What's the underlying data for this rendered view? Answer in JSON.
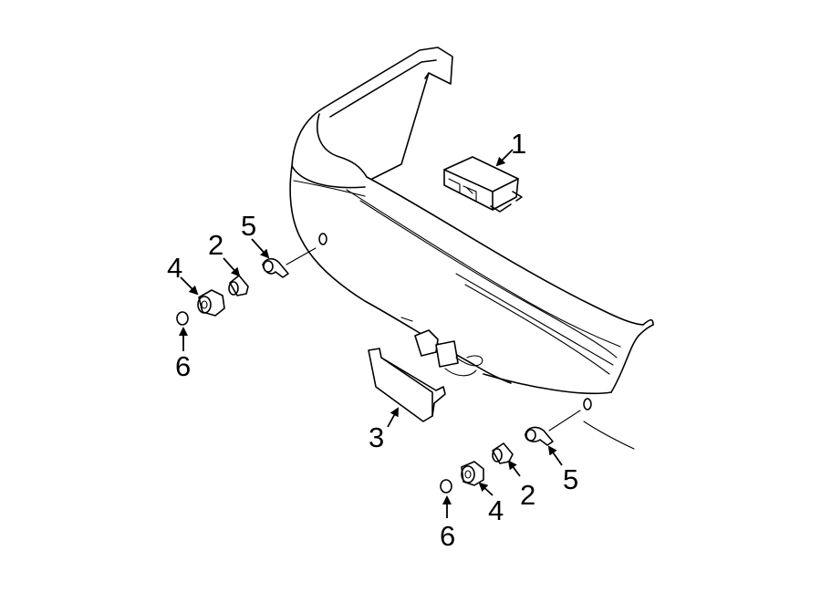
{
  "callouts": [
    {
      "id": "c1",
      "text": "1"
    },
    {
      "id": "c2a",
      "text": "2"
    },
    {
      "id": "c2b",
      "text": "2"
    },
    {
      "id": "c3",
      "text": "3"
    },
    {
      "id": "c4a",
      "text": "4"
    },
    {
      "id": "c4b",
      "text": "4"
    },
    {
      "id": "c5a",
      "text": "5"
    },
    {
      "id": "c5b",
      "text": "5"
    },
    {
      "id": "c6a",
      "text": "6"
    },
    {
      "id": "c6b",
      "text": "6"
    }
  ]
}
